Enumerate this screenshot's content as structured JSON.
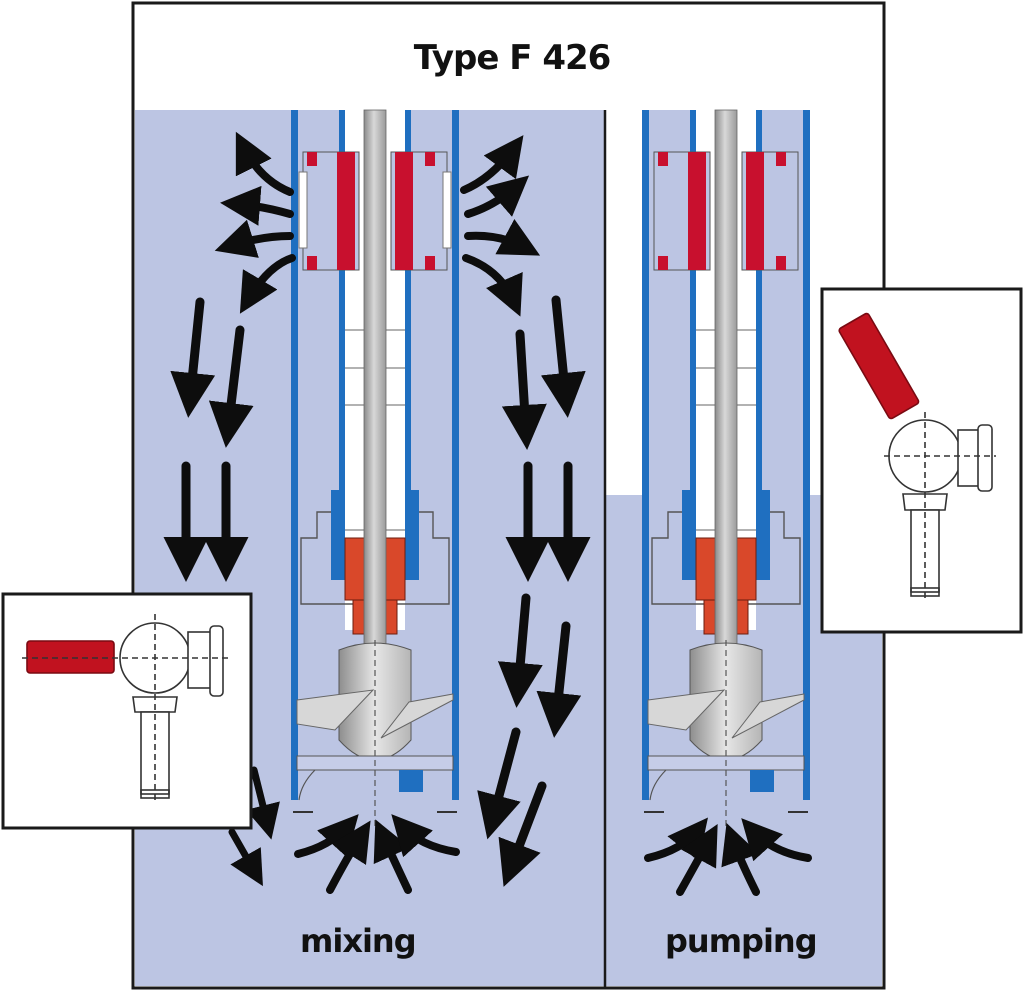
{
  "diagram": {
    "title": "Type F 426",
    "panels": [
      {
        "id": "mixing",
        "label": "mixing",
        "liquid_level": "high",
        "flow": "radial outflow at upper ports, downward recirculation outside, inflow at bottom"
      },
      {
        "id": "pumping",
        "label": "pumping",
        "liquid_level": "low",
        "flow": "inflow at bottom only"
      }
    ],
    "insets": [
      {
        "id": "valve-mixing",
        "panel": "mixing",
        "handle_orientation": "horizontal"
      },
      {
        "id": "valve-pumping",
        "panel": "pumping",
        "handle_orientation": "angled"
      }
    ],
    "colors": {
      "liquid": "#bcc5e3",
      "tube_blue": "#1f6fc0",
      "seal_red": "#c8102e",
      "bearing_orange": "#d9482a",
      "shaft_gray": "#a9a9a9",
      "frame": "#1a1a1a",
      "arrow": "#0d0d0d"
    }
  }
}
